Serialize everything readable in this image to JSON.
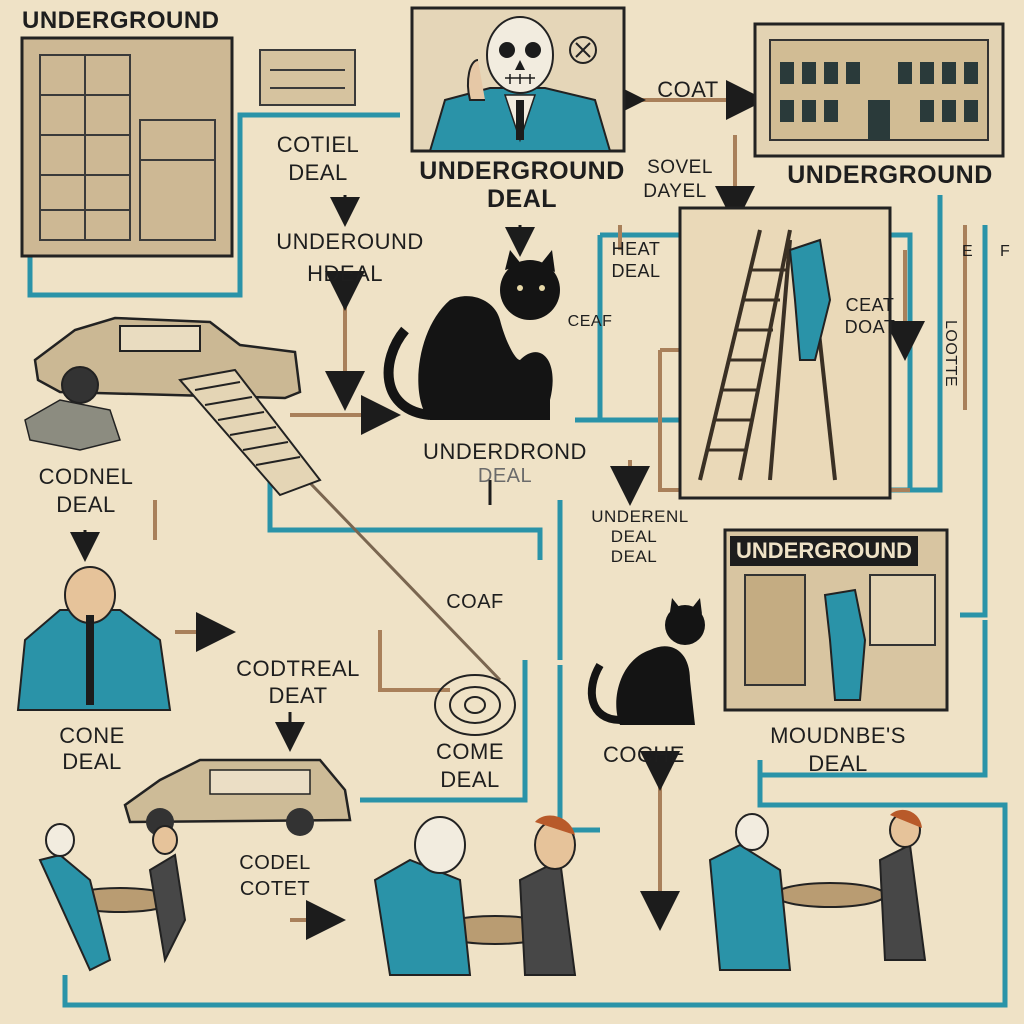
{
  "labels": {
    "top_left_title": "UNDERGROUND",
    "cotel_deal_1": "COTIEL",
    "cotel_deal_2": "DEAL",
    "top_center_1": "UNDERGROUND",
    "top_center_2": "DEAL",
    "coat": "COAT",
    "top_right_title": "UNDERGROUND",
    "sovel": "SOVEL",
    "dayel": "DAYEL",
    "underound_1": "UNDEROUND",
    "underound_2": "HDEAL",
    "ceaf": "CEAF",
    "heat_1": "HEAT",
    "heat_2": "DEAL",
    "ceat_1": "CEAT",
    "ceat_2": "DOAT",
    "vertical_right": "LOOTTE",
    "vertical_e": "E",
    "vertical_f": "F",
    "underdrond_1": "UNDERDROND",
    "underdrond_2": "DEAL",
    "codnel_1": "CODNEL",
    "codnel_2": "DEAL",
    "underenl_1": "UNDERENL",
    "underenl_2": "DEAL",
    "underenl_3": "DEAL",
    "mid_right_banner": "UNDERGROUND",
    "coaf_mid": "COAF",
    "codtreal_1": "CODTREAL",
    "codtreal_2": "DEAT",
    "cone_deal_1": "CONE",
    "cone_deal_2": "DEAL",
    "come_deal_1": "COME",
    "come_deal_2": "DEAL",
    "coche": "COCHE",
    "moudnbes_1": "MOUDNBE'S",
    "moudnbes_2": "DEAL",
    "codel_cotet_1": "CODEL",
    "codel_cotet_2": "COTET"
  },
  "icons": [
    "skull-man-icon",
    "black-cat-icon",
    "car-icon",
    "ladder-icon",
    "building-icon",
    "shelves-icon",
    "cafe-table-icon",
    "businessman-icon"
  ],
  "colors": {
    "background": "#efe2c6",
    "teal": "#2a93a8",
    "brown": "#a9805a",
    "ink": "#1c1c1c"
  }
}
